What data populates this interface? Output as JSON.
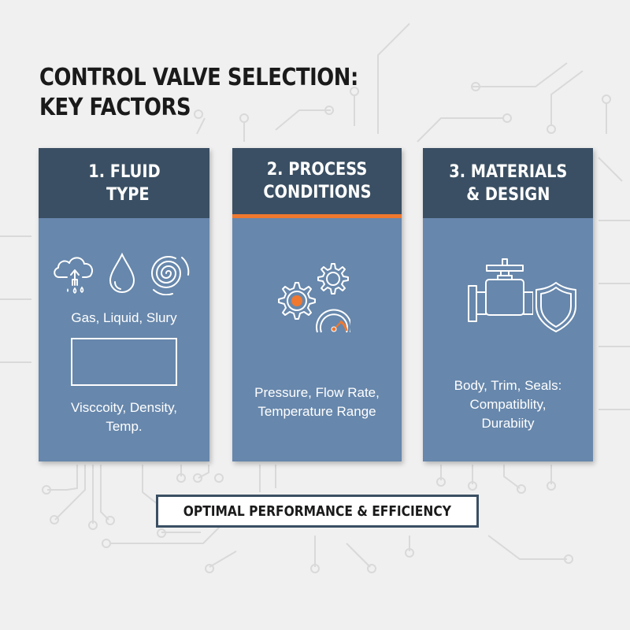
{
  "title": {
    "line1": "CONTROL VALVE SELECTION:",
    "line2": "KEY FACTORS"
  },
  "cards": [
    {
      "header_line1": "1. FLUID",
      "header_line2": "TYPE",
      "icons": [
        "cloud-gas-icon",
        "liquid-drop-icon",
        "slurry-swirl-icon"
      ],
      "caption": "Gas, Liquid, Slury",
      "detail_line1": "Visccoity, Density,",
      "detail_line2": "Temp."
    },
    {
      "header_line1": "2. PROCESS",
      "header_line2": "CONDITIONS",
      "icons": [
        "gears-icon",
        "pressure-gauge-icon"
      ],
      "detail_line1": "Pressure, Flow Rate,",
      "detail_line2": "Temperature Range"
    },
    {
      "header_line1": "3. MATERIALS",
      "header_line2": "& DESIGN",
      "icons": [
        "valve-icon",
        "shield-icon"
      ],
      "detail_line1": "Body, Trim, Seals:",
      "detail_line2": "Compatiblity,",
      "detail_line3": "Durabiity"
    }
  ],
  "footer": {
    "label": "OPTIMAL PERFORMANCE & EFFICIENCY"
  },
  "colors": {
    "background": "#f0f0f0",
    "card_body": "#6787ac",
    "card_header": "#3a4f63",
    "accent_orange": "#f0782f",
    "text_dark": "#1a1a1a",
    "text_light": "#ffffff"
  }
}
